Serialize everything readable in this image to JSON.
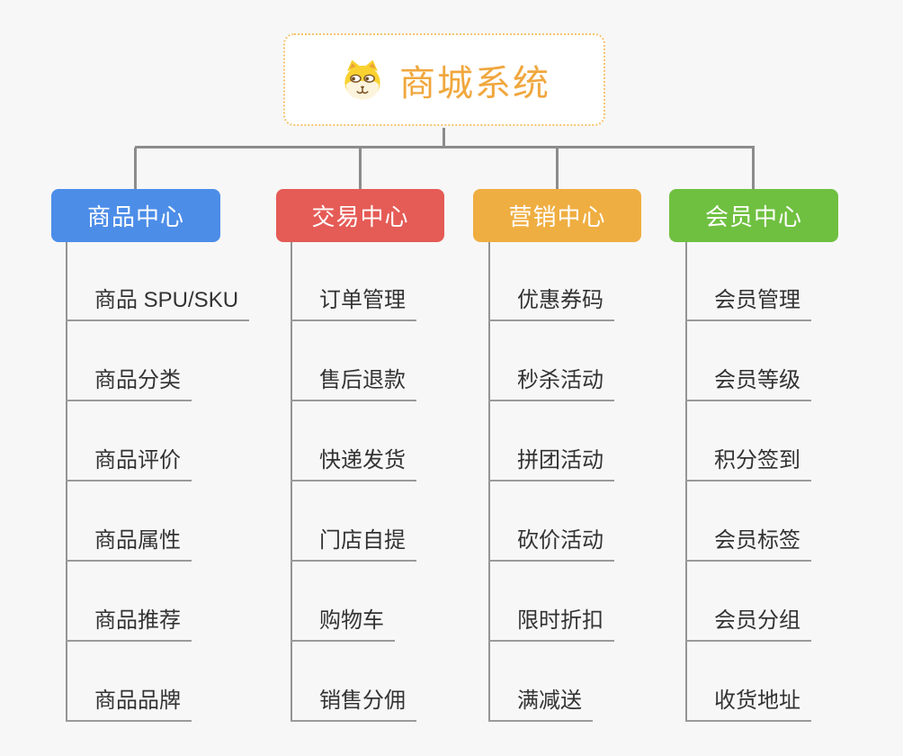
{
  "root": {
    "title": "商城系统",
    "icon": "shiba-dog-icon"
  },
  "colors": {
    "background": "#f7f7f7",
    "root_text": "#f0a73d",
    "root_border": "#f5c36e",
    "connector_gray": "#8c8c8c",
    "leaf_line_gray": "#9a9a9a",
    "leaf_text": "#333333",
    "branch_product": "#4c8de8",
    "branch_trade": "#e55b56",
    "branch_marketing": "#efae41",
    "branch_member": "#6fc040"
  },
  "branches": [
    {
      "label": "商品中心",
      "color": "#4c8de8",
      "items": [
        "商品 SPU/SKU",
        "商品分类",
        "商品评价",
        "商品属性",
        "商品推荐",
        "商品品牌"
      ]
    },
    {
      "label": "交易中心",
      "color": "#e55b56",
      "items": [
        "订单管理",
        "售后退款",
        "快递发货",
        "门店自提",
        "购物车",
        "销售分佣"
      ]
    },
    {
      "label": "营销中心",
      "color": "#efae41",
      "items": [
        "优惠券码",
        "秒杀活动",
        "拼团活动",
        "砍价活动",
        "限时折扣",
        "满减送"
      ]
    },
    {
      "label": "会员中心",
      "color": "#6fc040",
      "items": [
        "会员管理",
        "会员等级",
        "积分签到",
        "会员标签",
        "会员分组",
        "收货地址"
      ]
    }
  ]
}
